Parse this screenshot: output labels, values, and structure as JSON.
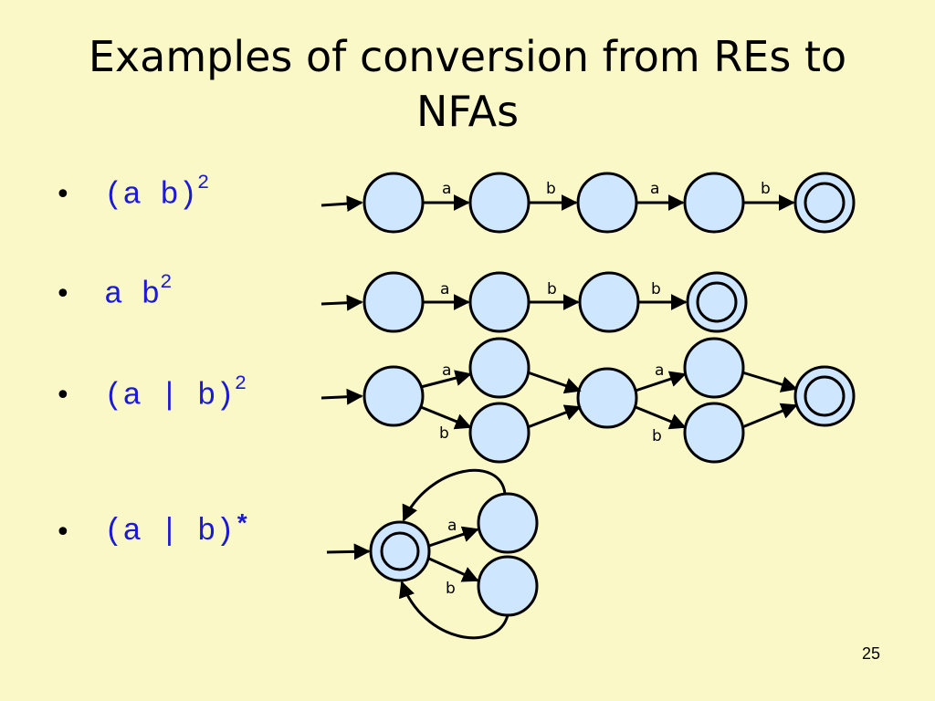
{
  "slide": {
    "title_line1": "Examples of conversion from REs to",
    "title_line2": "NFAs",
    "page_number": "25"
  },
  "bullets": [
    {
      "marker": "•",
      "expr": "(a b)",
      "sup": "2",
      "suffix": ""
    },
    {
      "marker": "•",
      "expr": "a b",
      "sup": "2",
      "suffix": ""
    },
    {
      "marker": "•",
      "expr": "(a | b)",
      "sup": "2",
      "suffix": ""
    },
    {
      "marker": "•",
      "expr": "(a | b)",
      "sup": "",
      "suffix": "*"
    }
  ],
  "nfa_labels": {
    "row1": [
      "a",
      "b",
      "a",
      "b"
    ],
    "row2": [
      "a",
      "b",
      "b"
    ],
    "row3": [
      "a",
      "b",
      "a",
      "b"
    ],
    "row4": [
      "a",
      "b"
    ]
  },
  "colors": {
    "background": "#fbf8c8",
    "state_fill": "#cfe6ff",
    "regex_text": "#1a1ad6"
  }
}
